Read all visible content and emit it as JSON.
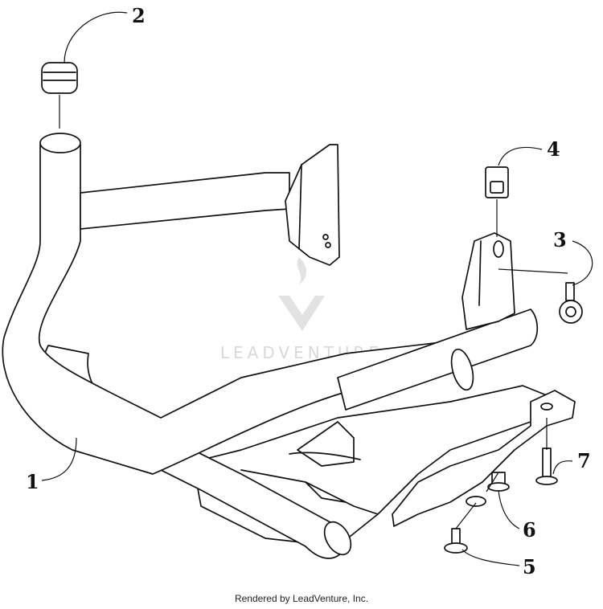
{
  "callouts": [
    "1",
    "2",
    "3",
    "4",
    "5",
    "6",
    "7"
  ],
  "watermark": {
    "text": "LEADVENTURE"
  },
  "footer": {
    "credit": "Rendered by LeadVenture, Inc."
  }
}
